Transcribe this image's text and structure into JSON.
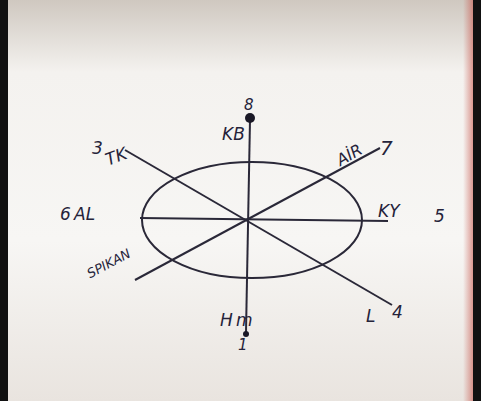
{
  "diagram": {
    "labels": [
      "8",
      "KB",
      "3",
      "TK",
      "AİR",
      "7",
      "6",
      "AL",
      "KY",
      "5",
      "SPIKAN",
      "H",
      "m",
      "1",
      "L",
      "4"
    ]
  }
}
